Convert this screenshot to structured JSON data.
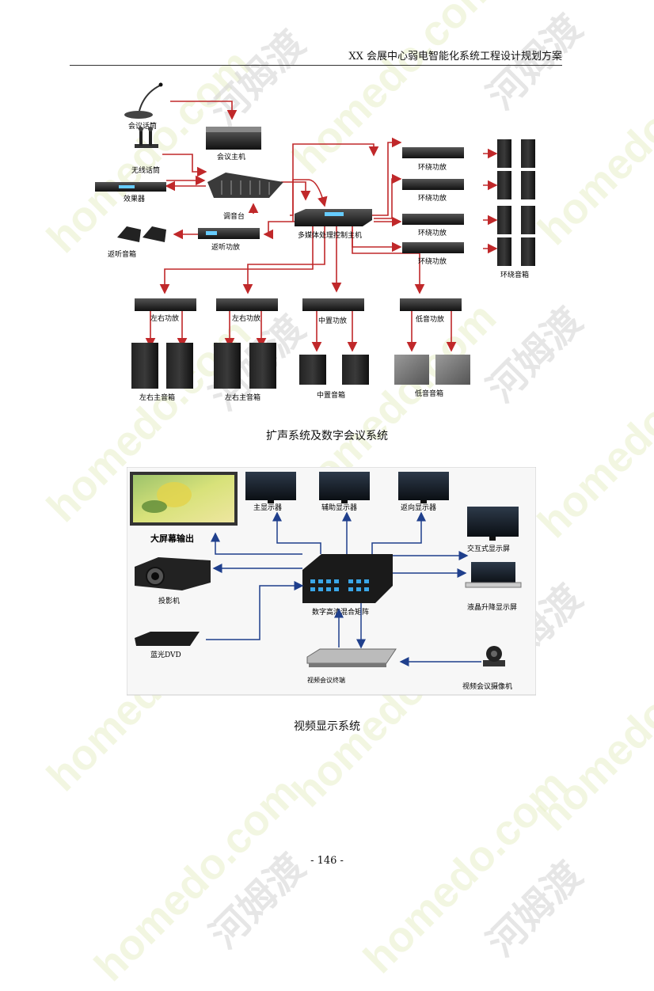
{
  "header": {
    "title": "XX 会展中心弱电智能化系统工程设计规划方案"
  },
  "watermarks": [
    "homedo.com",
    "河姆渡"
  ],
  "figure1": {
    "caption": "扩声系统及数字会议系统",
    "labels": {
      "conf_mic": "会议话筒",
      "conf_host": "会议主机",
      "wireless_mic": "无线话筒",
      "effects": "效果器",
      "mixer": "调音台",
      "processor": "多媒体处理控制主机",
      "monitor_amp": "返听功放",
      "monitor_spk": "返听音箱",
      "surround_amp": "环绕功放",
      "surround_spk": "环绕音箱",
      "lr_amp": "左右功放",
      "lr_spk": "左右主音箱",
      "center_amp": "中置功放",
      "center_spk": "中置音箱",
      "sub_amp": "低音功放",
      "sub_spk": "低音音箱"
    }
  },
  "figure2": {
    "caption": "视频显示系统",
    "labels": {
      "big_screen": "大屏幕输出",
      "main_display": "主显示器",
      "aux_display": "辅助显示器",
      "return_display": "返向显示器",
      "interactive": "交互式显示屏",
      "projector": "投影机",
      "matrix": "数字高清混合矩阵",
      "lcd_lift": "液晶升降显示屏",
      "bluray": "蓝光DVD",
      "terminal": "视频会议终端",
      "camera": "视频会议摄像机"
    }
  },
  "page_number": "- 146 -"
}
